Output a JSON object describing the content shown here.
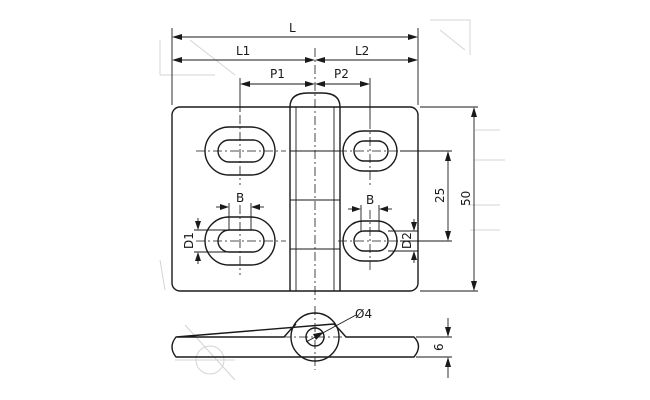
{
  "figure": {
    "labels": {
      "L": "L",
      "L1": "L1",
      "L2": "L2",
      "P1": "P1",
      "P2": "P2",
      "B": "B",
      "D1": "D1",
      "D2": "D2",
      "dim_25": "25",
      "dim_50": "50",
      "dim_6": "6",
      "pin_dia": "Ø4"
    }
  }
}
